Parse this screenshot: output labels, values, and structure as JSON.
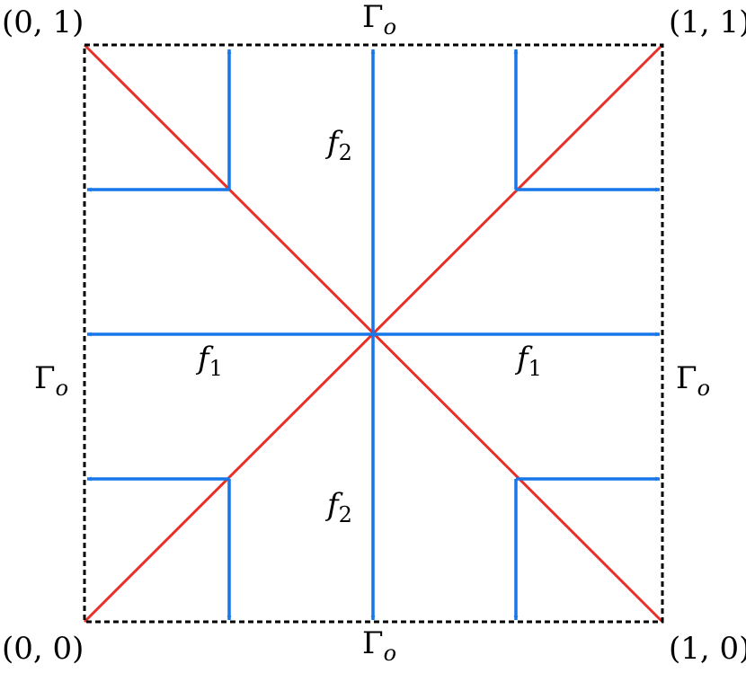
{
  "colors": {
    "boundary": "#000000",
    "diagonal": "#e8302a",
    "arrow": "#1776e8",
    "text": "#000000"
  },
  "corners": {
    "top_left": "(0, 1)",
    "top_right": "(1, 1)",
    "bottom_left": "(0, 0)",
    "bottom_right": "(1, 0)"
  },
  "boundary_labels": {
    "top": {
      "symbol": "Γ",
      "sub": "o"
    },
    "bottom": {
      "symbol": "Γ",
      "sub": "o"
    },
    "left": {
      "symbol": "Γ",
      "sub": "o"
    },
    "right": {
      "symbol": "Γ",
      "sub": "o"
    }
  },
  "flux_labels": {
    "upper": {
      "symbol": "f",
      "sub": "2"
    },
    "lower": {
      "symbol": "f",
      "sub": "2"
    },
    "left": {
      "symbol": "f",
      "sub": "1"
    },
    "right": {
      "symbol": "f",
      "sub": "1"
    }
  }
}
